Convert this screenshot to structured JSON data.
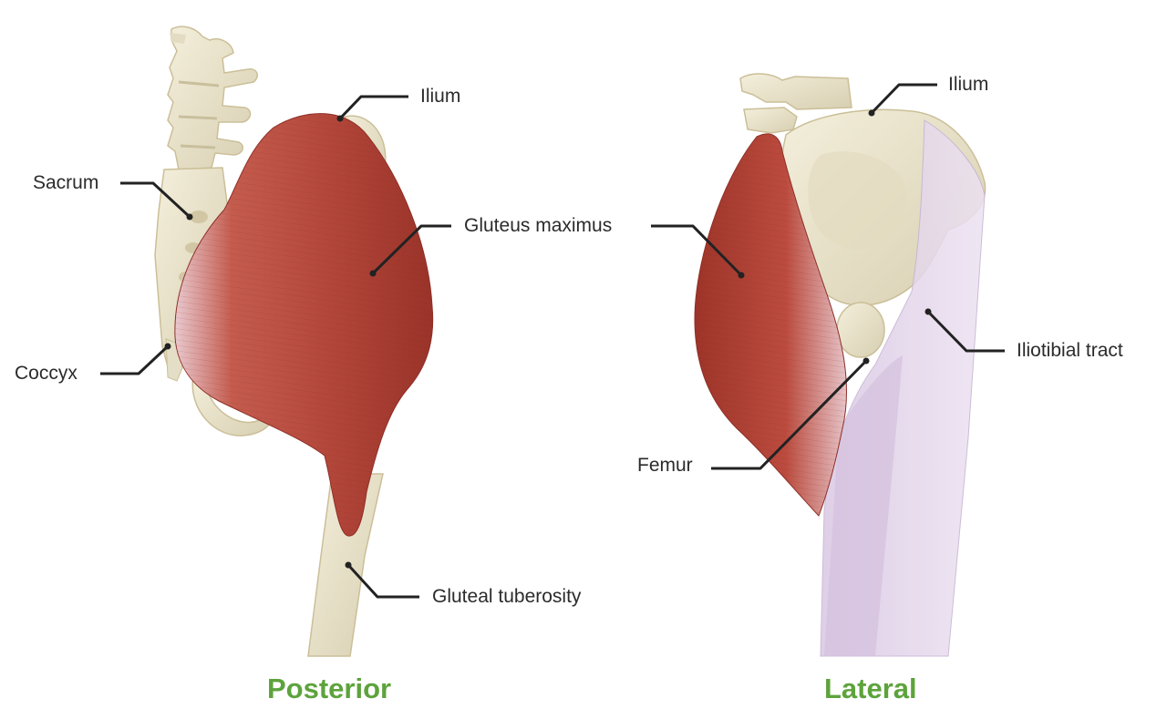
{
  "colors": {
    "view_label": "#5da33c",
    "bone": "#ece6cf",
    "bone_shadow": "#cfc6a8",
    "muscle": "#b8473a",
    "muscle_dark": "#8e2f27",
    "tract": "#ddd0e6",
    "text": "#2b2b2b"
  },
  "posterior": {
    "view_label": "Posterior",
    "labels": {
      "ilium": "Ilium",
      "sacrum": "Sacrum",
      "gluteus_maximus": "Gluteus maximus",
      "coccyx": "Coccyx",
      "gluteal_tuberosity": "Gluteal tuberosity"
    }
  },
  "lateral": {
    "view_label": "Lateral",
    "labels": {
      "ilium": "Ilium",
      "iliotibial_tract": "Iliotibial tract",
      "femur": "Femur"
    }
  }
}
